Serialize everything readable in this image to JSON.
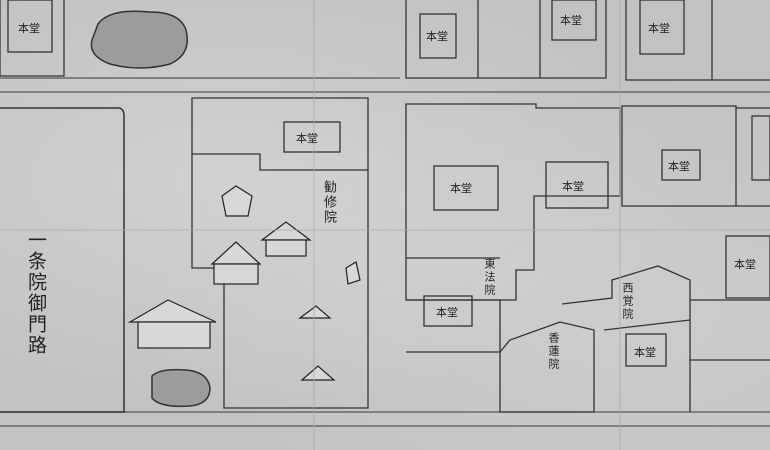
{
  "map": {
    "main_road_label": "一条院御門路",
    "labels": [
      {
        "id": "kanshu-in",
        "text": "勧修院"
      },
      {
        "id": "tou-in",
        "text": "東法院"
      },
      {
        "id": "saisho-in",
        "text": "西覚院"
      },
      {
        "id": "kou-in",
        "text": "香蓮院"
      }
    ],
    "hall_labels": [
      "本堂",
      "本堂",
      "本堂",
      "本堂",
      "本堂",
      "本堂",
      "本堂",
      "本堂",
      "本堂",
      "本堂",
      "本堂"
    ]
  }
}
